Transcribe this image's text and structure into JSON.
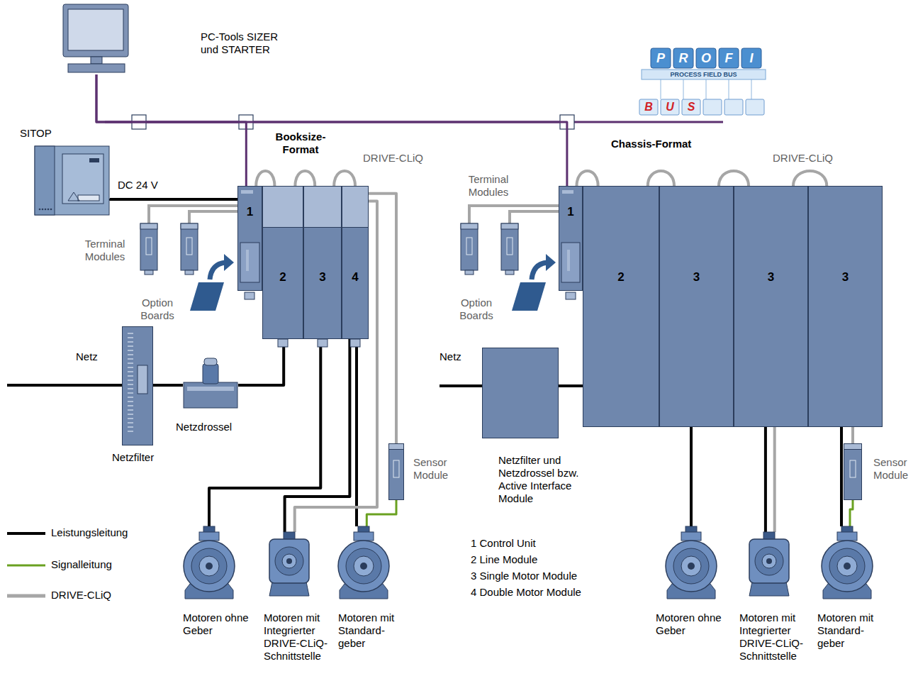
{
  "diagram": {
    "nodes": [
      {
        "text": [
          "PC-Tools SIZER und STARTER"
        ]
      },
      {
        "text": [
          "SITOP"
        ]
      },
      {
        "text": [
          "1"
        ]
      },
      {
        "text": [
          "2"
        ]
      },
      {
        "text": [
          "3"
        ]
      },
      {
        "text": [
          "4"
        ]
      },
      {
        "text": [
          "1"
        ]
      },
      {
        "text": [
          "2"
        ]
      },
      {
        "text": [
          "3"
        ]
      },
      {
        "text": [
          "3"
        ]
      },
      {
        "text": [
          "3"
        ]
      },
      {
        "text": [
          "Netzfilter"
        ]
      },
      {
        "text": [
          "Netzdrossel"
        ]
      },
      {
        "text": [
          "Sensor Module"
        ]
      },
      {
        "text": [
          "Motoren ohne Geber"
        ]
      },
      {
        "text": [
          "Motoren mit Integrierter DRIVE-CLiQ-Schnittstelle"
        ]
      },
      {
        "text": [
          "Motoren mit Standard-geber"
        ]
      },
      {
        "text": [
          "Netzfilter und Netzdrossel bzw. Active Interface Module"
        ]
      },
      {
        "text": [
          "Motoren ohne Geber"
        ]
      },
      {
        "text": [
          "Motoren mit Integrierter DRIVE-CLiQ-Schnittstelle"
        ]
      },
      {
        "text": [
          "Motoren mit Standard-geber"
        ]
      },
      {
        "text": [
          "Sensor Module"
        ]
      }
    ],
    "edges": [
      {
        "from": 0,
        "to": 2,
        "arrow": "none"
      },
      {
        "from": 0,
        "to": 6,
        "arrow": "none"
      },
      {
        "from": 1,
        "to": 2,
        "label": "DC 24 V",
        "arrow": "none"
      },
      {
        "from": 2,
        "to": 3,
        "arrow": "none"
      },
      {
        "from": 3,
        "to": 4,
        "arrow": "none"
      },
      {
        "from": 4,
        "to": 5,
        "arrow": "none"
      },
      {
        "from": 6,
        "to": 7,
        "arrow": "none"
      },
      {
        "from": 7,
        "to": 8,
        "arrow": "none"
      },
      {
        "from": 8,
        "to": 9,
        "arrow": "none"
      },
      {
        "from": 9,
        "to": 10,
        "arrow": "none"
      },
      {
        "from": 11,
        "to": 12,
        "arrow": "none"
      },
      {
        "from": 12,
        "to": 3,
        "arrow": "none"
      },
      {
        "from": 4,
        "to": 14,
        "arrow": "none"
      },
      {
        "from": 5,
        "to": 15,
        "arrow": "none"
      },
      {
        "from": 5,
        "to": 16,
        "arrow": "none"
      },
      {
        "from": 5,
        "to": 15,
        "arrow": "none"
      },
      {
        "from": 5,
        "to": 13,
        "arrow": "none"
      },
      {
        "from": 13,
        "to": 16,
        "arrow": "none"
      },
      {
        "from": 17,
        "to": 7,
        "arrow": "none"
      },
      {
        "from": 8,
        "to": 18,
        "arrow": "none"
      },
      {
        "from": 9,
        "to": 19,
        "arrow": "none"
      },
      {
        "from": 9,
        "to": 19,
        "arrow": "none"
      },
      {
        "from": 10,
        "to": 21,
        "arrow": "none"
      },
      {
        "from": 21,
        "to": 20,
        "arrow": "none"
      },
      {
        "from": 10,
        "to": 20,
        "arrow": "none"
      }
    ],
    "labels": [
      "P",
      "R",
      "O",
      "F",
      "I",
      "PROCESS FIELD BUS",
      "B",
      "U",
      "S",
      "Booksize-Format",
      "DRIVE-CLiQ",
      "Chassis-Format",
      "DRIVE-CLiQ",
      "Terminal Modules",
      "Option Boards",
      "Netz",
      "Terminal Modules",
      "Option Boards",
      "Netz",
      "1 Control Unit",
      "2 Line Module",
      "3 Single Motor Module",
      "4 Double Motor Module"
    ],
    "legend": [
      {
        "text": "Leistungsleitung"
      },
      {
        "text": "Signalleitung"
      },
      {
        "text": "DRIVE-CLiQ"
      }
    ]
  }
}
